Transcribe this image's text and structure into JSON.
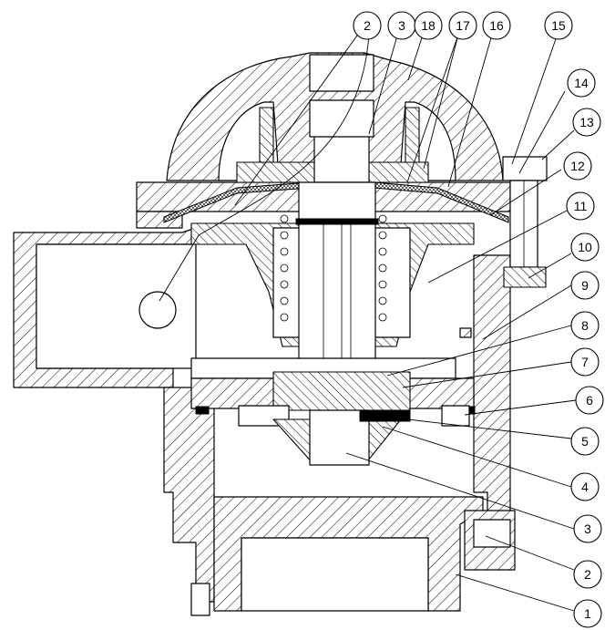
{
  "balloons": [
    {
      "id": "b-top-2",
      "text": "2"
    },
    {
      "id": "b-top-3",
      "text": "3"
    },
    {
      "id": "b-top-18",
      "text": "18"
    },
    {
      "id": "b-top-17",
      "text": "17"
    },
    {
      "id": "b-top-16",
      "text": "16"
    },
    {
      "id": "b-15",
      "text": "15"
    },
    {
      "id": "b-14",
      "text": "14"
    },
    {
      "id": "b-13",
      "text": "13"
    },
    {
      "id": "b-12",
      "text": "12"
    },
    {
      "id": "b-11",
      "text": "11"
    },
    {
      "id": "b-10",
      "text": "10"
    },
    {
      "id": "b-9",
      "text": "9"
    },
    {
      "id": "b-8",
      "text": "8"
    },
    {
      "id": "b-7",
      "text": "7"
    },
    {
      "id": "b-6",
      "text": "6"
    },
    {
      "id": "b-5",
      "text": "5"
    },
    {
      "id": "b-4",
      "text": "4"
    },
    {
      "id": "b-3",
      "text": "3"
    },
    {
      "id": "b-2",
      "text": "2"
    },
    {
      "id": "b-1",
      "text": "1"
    }
  ]
}
